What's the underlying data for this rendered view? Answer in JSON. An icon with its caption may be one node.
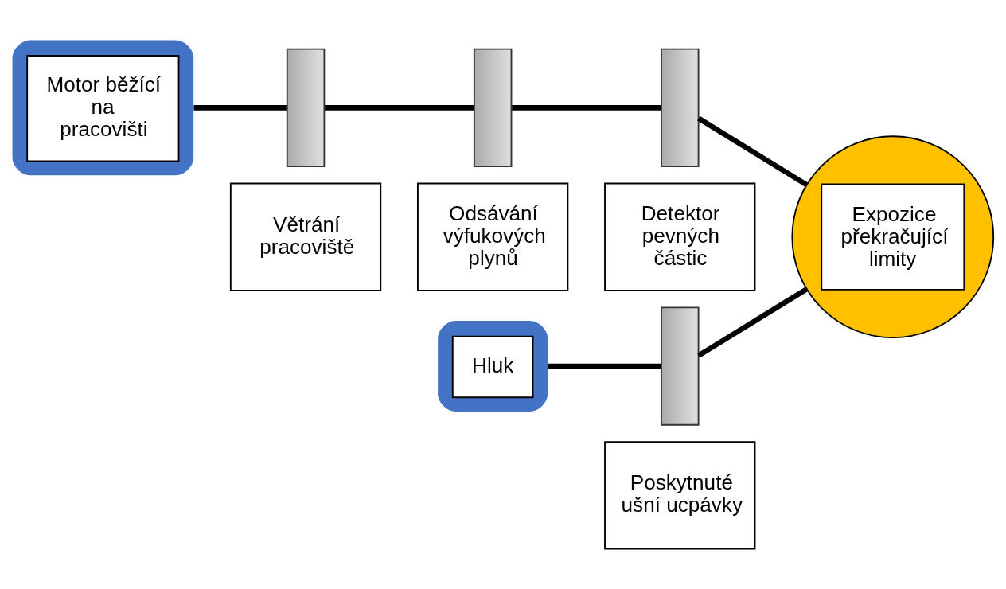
{
  "diagram": {
    "nodes": [
      {
        "text": [
          "Motor běžící na pracovišti"
        ]
      },
      {
        "text": [],
        "shape": "bar"
      },
      {
        "text": [
          "Větrání pracoviště"
        ]
      },
      {
        "text": [],
        "shape": "bar"
      },
      {
        "text": [
          "Odsávání výfukových plynů"
        ]
      },
      {
        "text": [],
        "shape": "bar"
      },
      {
        "text": [
          "Detektor pevných částic"
        ]
      },
      {
        "text": [
          "Expozice překračující limity"
        ]
      },
      {
        "text": [
          "Hluk"
        ]
      },
      {
        "text": [],
        "shape": "bar"
      },
      {
        "text": [
          "Poskytnuté ušní ucpávky"
        ]
      }
    ],
    "edges": [
      {
        "from": 0,
        "to": 1,
        "arrow": "none"
      },
      {
        "from": 1,
        "to": 3,
        "arrow": "none"
      },
      {
        "from": 3,
        "to": 5,
        "arrow": "none"
      },
      {
        "from": 5,
        "to": 7,
        "arrow": "none"
      },
      {
        "from": 8,
        "to": 9,
        "arrow": "none"
      },
      {
        "from": 9,
        "to": 7,
        "arrow": "none"
      }
    ]
  }
}
